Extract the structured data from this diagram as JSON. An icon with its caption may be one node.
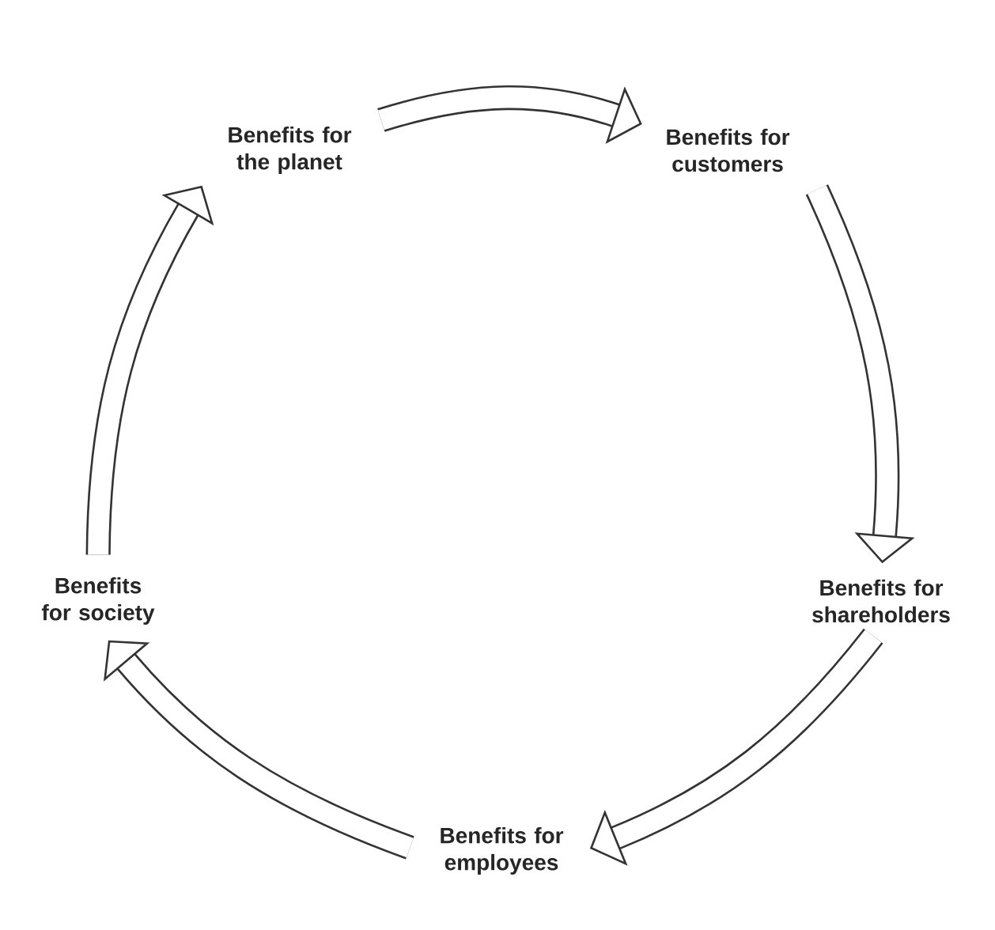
{
  "diagram": {
    "nodes": [
      {
        "text": [
          "Benefits for the planet"
        ]
      },
      {
        "text": [
          "Benefits for customers"
        ]
      },
      {
        "text": [
          "Benefits for shareholders"
        ]
      },
      {
        "text": [
          "Benefits for employees"
        ]
      },
      {
        "text": [
          "Benefits for society"
        ]
      }
    ],
    "edges": [
      {
        "from": 0,
        "to": 1,
        "arrow": "to"
      },
      {
        "from": 1,
        "to": 2,
        "arrow": "to"
      },
      {
        "from": 2,
        "to": 3,
        "arrow": "to"
      },
      {
        "from": 3,
        "to": 4,
        "arrow": "to"
      },
      {
        "from": 4,
        "to": 0,
        "arrow": "to"
      }
    ]
  }
}
